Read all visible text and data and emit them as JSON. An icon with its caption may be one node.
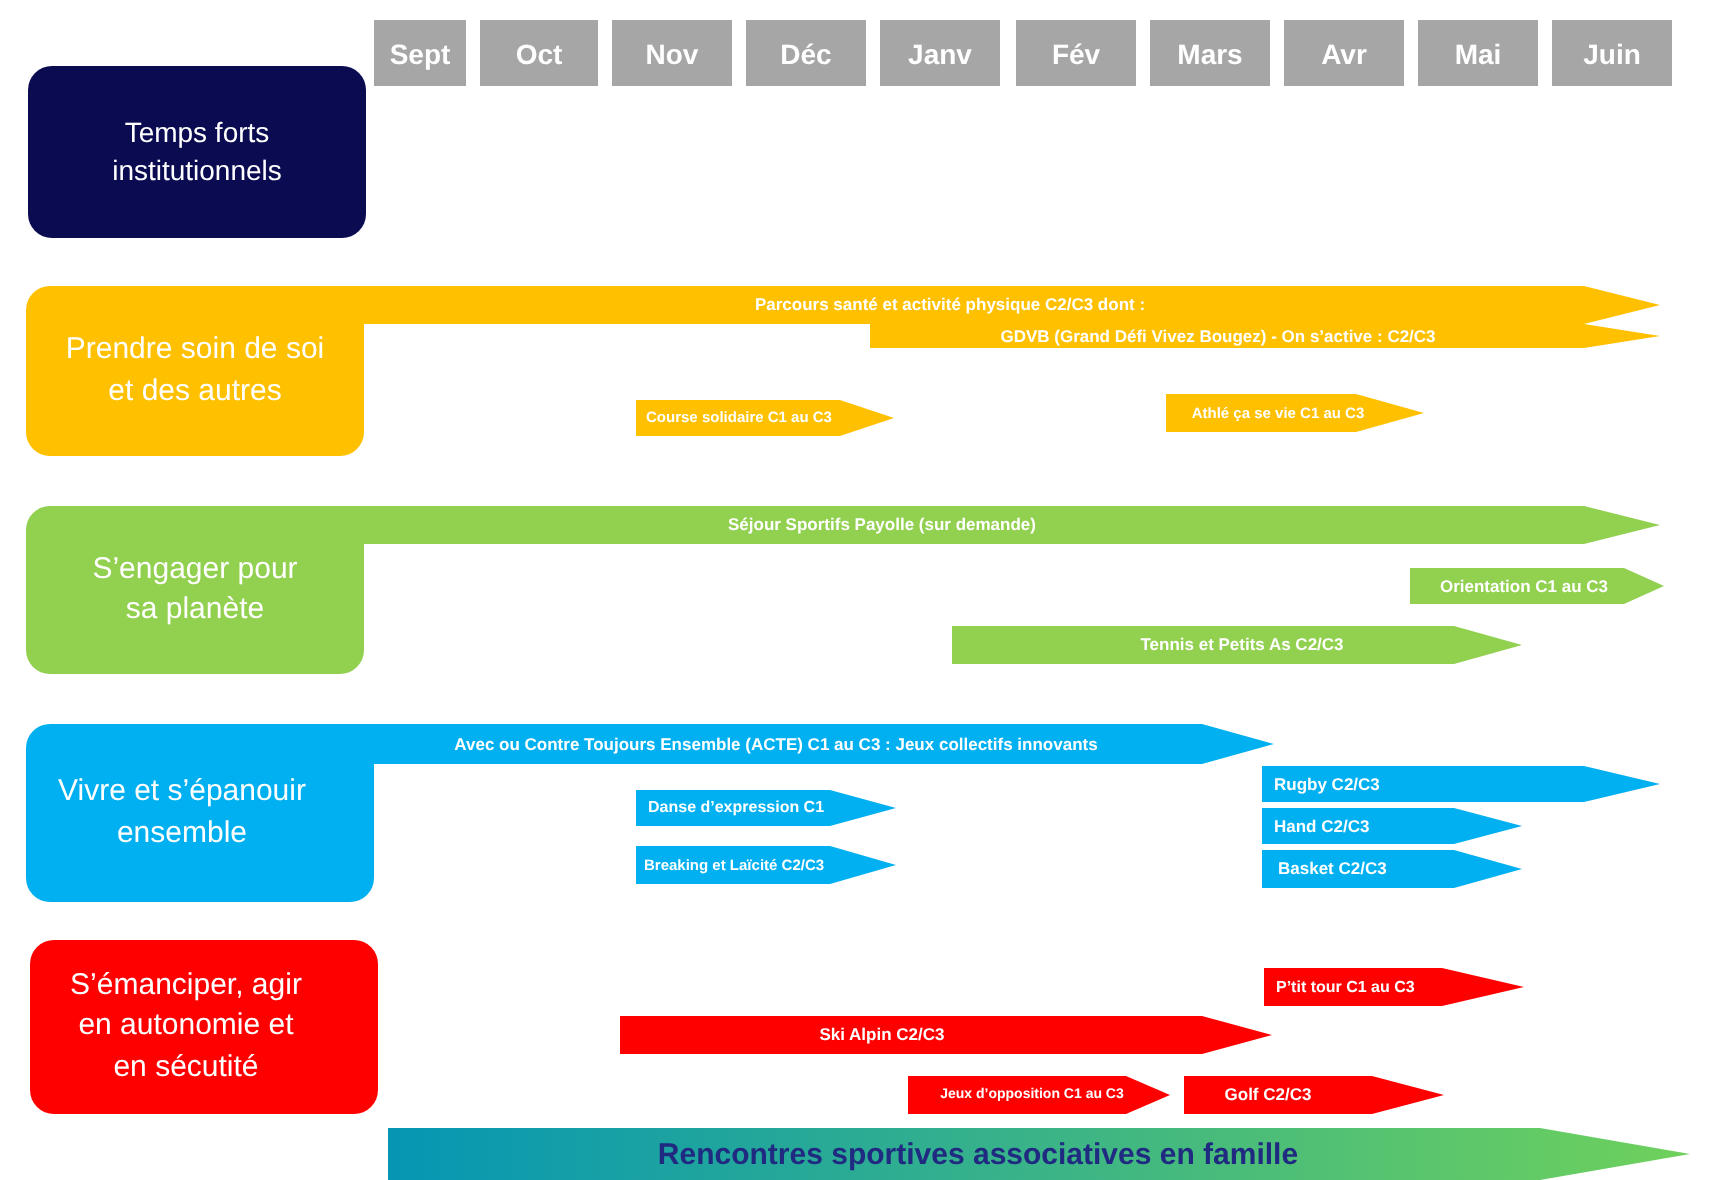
{
  "diagram": {
    "nodes": [
      {
        "text": [
          "Sept"
        ]
      },
      {
        "text": [
          "Oct"
        ]
      },
      {
        "text": [
          "Nov"
        ]
      },
      {
        "text": [
          "Déc"
        ]
      },
      {
        "text": [
          "Janv"
        ]
      },
      {
        "text": [
          "Fév"
        ]
      },
      {
        "text": [
          "Mars"
        ]
      },
      {
        "text": [
          "Avr"
        ]
      },
      {
        "text": [
          "Mai"
        ]
      },
      {
        "text": [
          "Juin"
        ]
      },
      {
        "text": [
          "Temps forts institutionnels"
        ]
      },
      {
        "text": [
          "Prendre soin de soi et des autres"
        ]
      },
      {
        "text": [
          "Parcours santé et activité physique C2/C3 dont :"
        ]
      },
      {
        "text": [
          "GDVB (Grand Défi Vivez Bougez) - On s’active : C2/C3"
        ]
      },
      {
        "text": [
          "Course solidaire C1 au C3"
        ]
      },
      {
        "text": [
          "Athlé ça se vie C1 au C3"
        ]
      },
      {
        "text": [
          "S’engager pour sa planète"
        ]
      },
      {
        "text": [
          "Séjour Sportifs Payolle (sur demande)"
        ]
      },
      {
        "text": [
          "Orientation C1 au C3"
        ]
      },
      {
        "text": [
          "Tennis et Petits As C2/C3"
        ]
      },
      {
        "text": [
          "Vivre et s’épanouir ensemble"
        ]
      },
      {
        "text": [
          "Avec ou Contre Toujours Ensemble (ACTE) C1 au C3 : Jeux collectifs innovants"
        ]
      },
      {
        "text": [
          "Rugby C2/C3"
        ]
      },
      {
        "text": [
          "Danse d’expression C1"
        ]
      },
      {
        "text": [
          "Hand C2/C3"
        ]
      },
      {
        "text": [
          "Breaking et Laïcité C2/C3"
        ]
      },
      {
        "text": [
          "Basket C2/C3"
        ]
      },
      {
        "text": [
          "S’émanciper, agir en autonomie et en sécutité"
        ]
      },
      {
        "text": [
          "P’tit tour C1 au C3"
        ]
      },
      {
        "text": [
          "Ski Alpin C2/C3"
        ]
      },
      {
        "text": [
          "Jeux d’opposition C1 au C3"
        ]
      },
      {
        "text": [
          "Golf C2/C3"
        ]
      },
      {
        "text": [
          "Rencontres sportives associatives en famille"
        ]
      }
    ]
  }
}
